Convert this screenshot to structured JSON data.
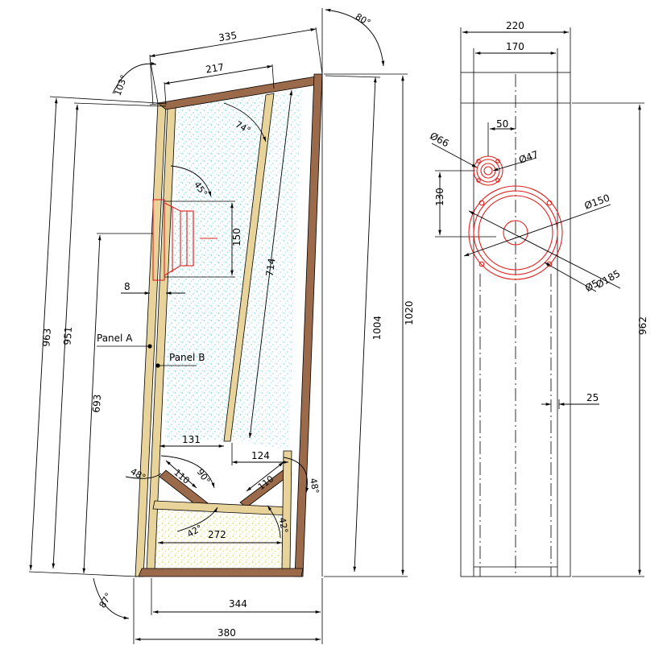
{
  "side_view": {
    "top_width": "335",
    "top_inner": "217",
    "angle_top_left": "103°",
    "angle_top_right": "80°",
    "angle_74": "74°",
    "angle_45": "45°",
    "height_963": "963",
    "height_951": "951",
    "height_693": "693",
    "height_1004": "1004",
    "height_1020": "1020",
    "driver_150": "150",
    "baffle_8": "8",
    "divider_714": "714",
    "panel_a": "Panel A",
    "panel_b": "Panel B",
    "gap_131": "131",
    "gap_124": "124",
    "angle_48_left": "48°",
    "angle_90": "90°",
    "brace_110_left": "110",
    "brace_110_right": "110",
    "angle_48_right": "48°",
    "angle_42_left": "42°",
    "angle_42_right": "42°",
    "base_272": "272",
    "angle_87": "87°",
    "bottom_344": "344",
    "bottom_380": "380"
  },
  "front_view": {
    "width_220": "220",
    "width_170": "170",
    "tweeter_offset_50": "50",
    "tweeter_outer": "Ø66",
    "tweeter_inner": "Ø47",
    "spacing_130": "130",
    "woofer_150": "Ø150",
    "woofer_185": "Ø185",
    "hole_5": "Ø5",
    "height_962": "962",
    "port_25": "25"
  },
  "colors": {
    "line": "#000000",
    "driver": "#e02020",
    "board_tan": "#e8d49b",
    "board_brown": "#9a6a4a",
    "damping_cyan": "#7fd6dc",
    "damping_yellow": "#f0e060"
  }
}
